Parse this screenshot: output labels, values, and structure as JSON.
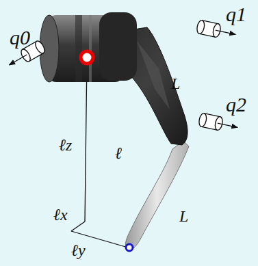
{
  "diagram": {
    "labels": [
      "q0",
      "q1",
      "q2",
      "L",
      "L",
      "ℓz",
      "ℓ",
      "ℓx",
      "ℓy"
    ]
  }
}
